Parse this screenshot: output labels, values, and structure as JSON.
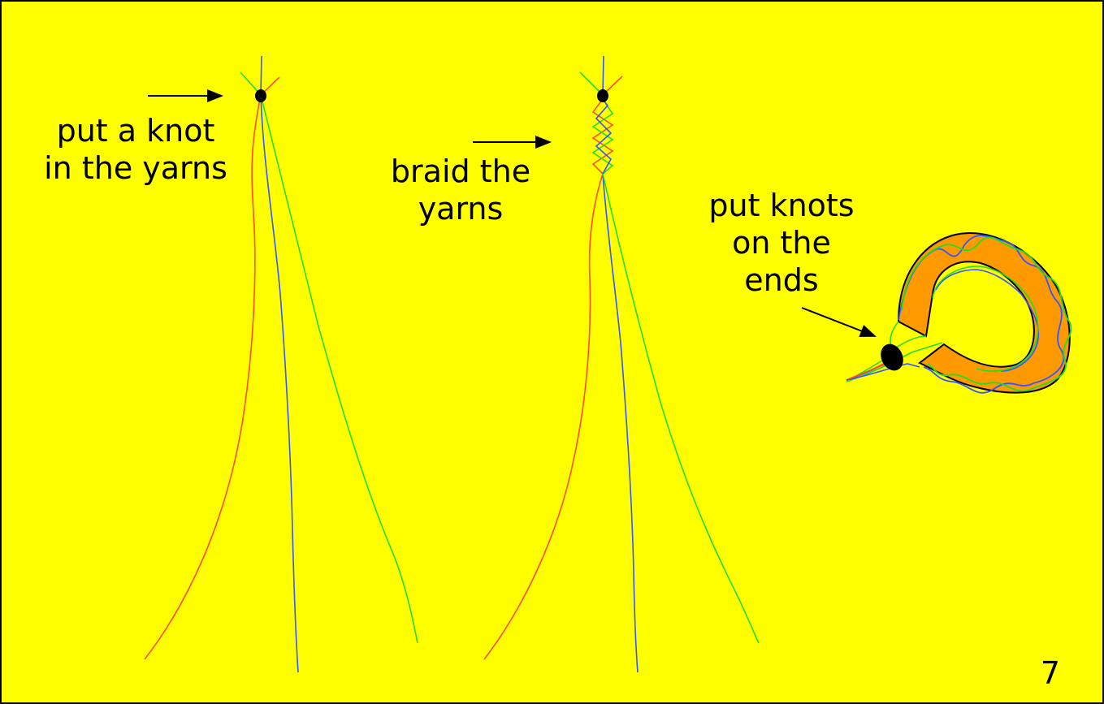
{
  "steps": [
    {
      "lines": [
        "put a knot",
        "in the yarns"
      ]
    },
    {
      "lines": [
        "braid the",
        "yarns"
      ]
    },
    {
      "lines": [
        "put knots",
        "on the",
        "ends"
      ]
    }
  ],
  "page_number": "7",
  "colors": {
    "background": "#ffff00",
    "yarn_red": "#ff4d26",
    "yarn_blue": "#3355ff",
    "yarn_green": "#22dd22",
    "bracelet_fill": "#ff9900",
    "knot": "#000000"
  }
}
